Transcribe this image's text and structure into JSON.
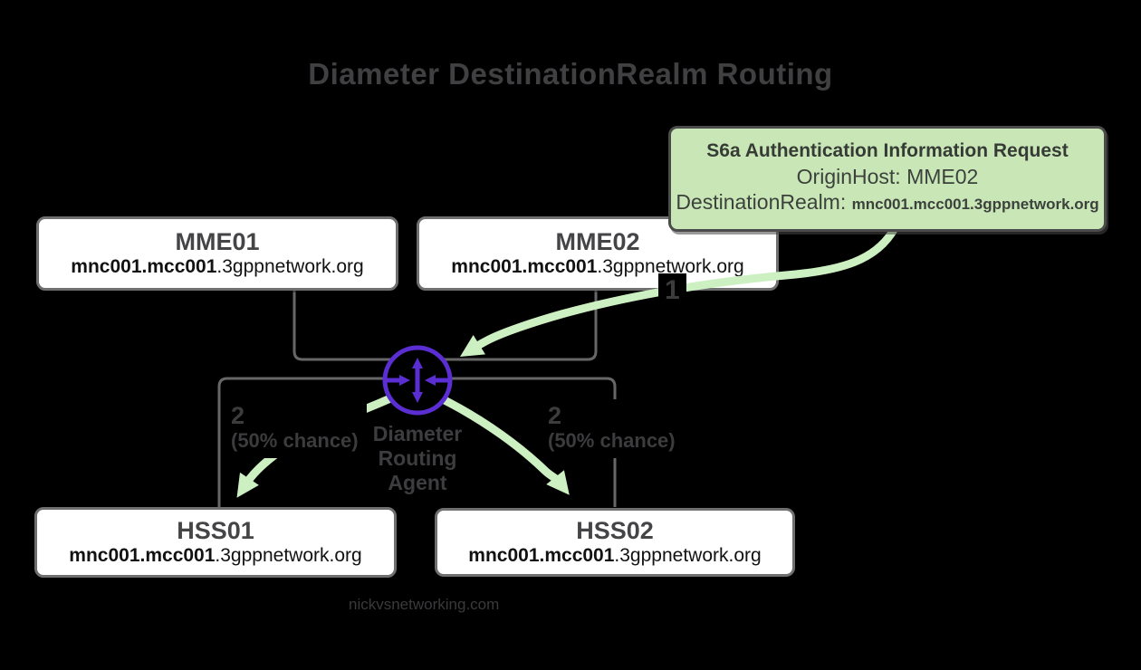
{
  "title": "Diameter DestinationRealm Routing",
  "callout": {
    "title": "S6a Authentication Information Request",
    "origin_host": "OriginHost: MME02",
    "destination_realm_label": "DestinationRealm: ",
    "destination_realm_value": "mnc001.mcc001.3gppnetwork.org"
  },
  "nodes": {
    "mme01": {
      "name": "MME01",
      "realm_bold": "mnc001.mcc001",
      "realm_rest": ".3gppnetwork.org"
    },
    "mme02": {
      "name": "MME02",
      "realm_bold": "mnc001.mcc001",
      "realm_rest": ".3gppnetwork.org"
    },
    "hss01": {
      "name": "HSS01",
      "realm_bold": "mnc001.mcc001",
      "realm_rest": ".3gppnetwork.org"
    },
    "hss02": {
      "name": "HSS02",
      "realm_bold": "mnc001.mcc001",
      "realm_rest": ".3gppnetwork.org"
    }
  },
  "router": {
    "label_line1": "Diameter",
    "label_line2": "Routing",
    "label_line3": "Agent"
  },
  "flow": {
    "step1_label": "1",
    "step2_left_number": "2",
    "step2_left_note": "(50% chance)",
    "step2_right_number": "2",
    "step2_right_note": "(50% chance)"
  },
  "footer": "nickvsnetworking.com",
  "colors": {
    "background": "#000000",
    "title-gray": "#404042",
    "text-gray": "#3c3c3e",
    "box-fill": "#ffffff",
    "box-border": "#6f6f6f",
    "realm-black": "#121212",
    "connector-gray": "#676767",
    "arrow-green": "#cdf0c2",
    "callout-green": "#c9e7b6",
    "callout-border": "#4b4b4b",
    "router-purple": "#5b2ed3"
  }
}
